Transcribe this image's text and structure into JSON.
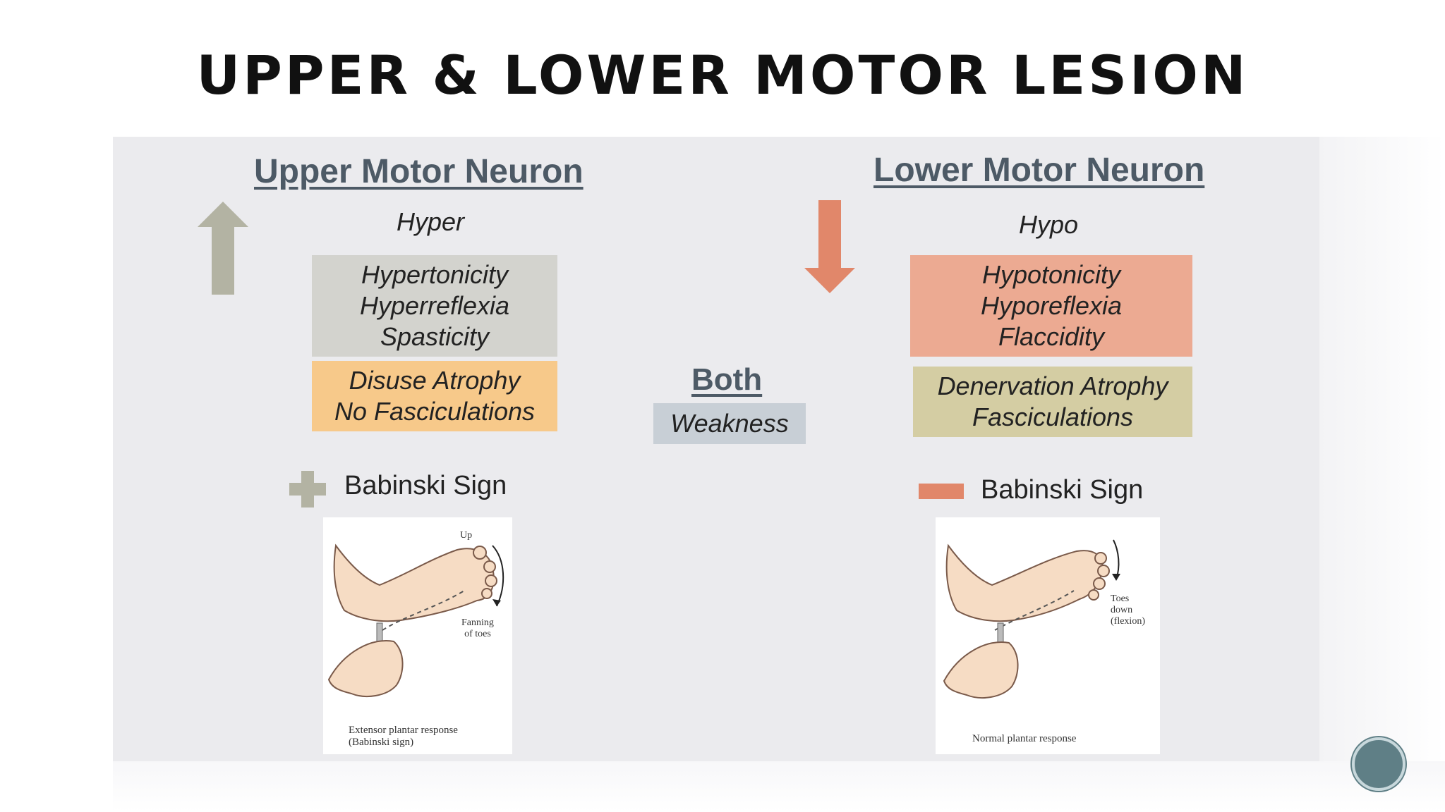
{
  "title": "UPPER & LOWER MOTOR LESION",
  "upper": {
    "heading": "Upper Motor Neuron",
    "direction": "Hyper",
    "signs": [
      "Hypertonicity",
      "Hyperreflexia",
      "Spasticity"
    ],
    "atrophy": [
      "Disuse Atrophy",
      "No Fasciculations"
    ],
    "babinski_label": "Babinski Sign",
    "babinski_symbol": "plus-icon",
    "image": {
      "annotation_top": "Up",
      "annotation_side": [
        "Fanning",
        "of toes"
      ],
      "caption": [
        "Extensor plantar response",
        "(Babinski sign)"
      ]
    }
  },
  "lower": {
    "heading": "Lower Motor Neuron",
    "direction": "Hypo",
    "signs": [
      "Hypotonicity",
      "Hyporeflexia",
      "Flaccidity"
    ],
    "atrophy": [
      "Denervation Atrophy",
      "Fasciculations"
    ],
    "babinski_label": "Babinski Sign",
    "babinski_symbol": "minus-icon",
    "image": {
      "annotation_side": [
        "Toes",
        "down",
        "(flexion)"
      ],
      "caption": [
        "Normal plantar response"
      ]
    }
  },
  "both": {
    "heading": "Both",
    "value": "Weakness"
  },
  "colors": {
    "upper_arrow": "#b3b3a3",
    "lower_arrow": "#e1876a",
    "upper_signs_box": "#d3d3ce",
    "upper_atrophy_box": "#f7c98a",
    "lower_signs_box": "#ecaa92",
    "lower_atrophy_box": "#d4cda3",
    "both_box": "#c8cfd6",
    "heading_text": "#4d5a66"
  }
}
